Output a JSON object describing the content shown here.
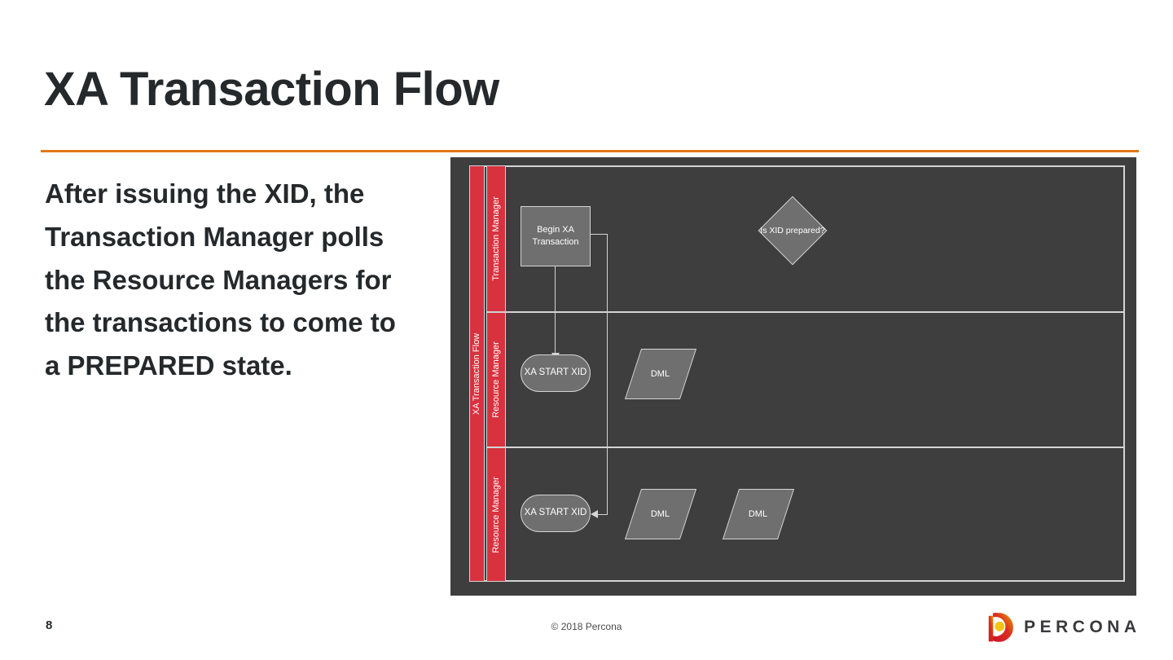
{
  "slide": {
    "title": "XA Transaction Flow",
    "body": "After issuing the XID, the Transaction Manager polls the Resource Managers for the transactions to come to a PREPARED state.",
    "page_number": "8",
    "copyright": "© 2018 Percona",
    "accent_rule_color": "#e0791b",
    "title_color": "#25292b"
  },
  "brand": {
    "wordmark": "PERCONA",
    "logo_red": "#d4142a",
    "logo_orange": "#ef8200",
    "logo_yellow": "#f5c518",
    "wordmark_color": "#3a3a3c"
  },
  "diagram": {
    "pool_label": "XA Transaction Flow",
    "panel_bg": "#3e3e3e",
    "lane_header_color": "#d8323f",
    "shape_fill": "#6f6f6f",
    "stroke_color": "#d4d4d4",
    "lanes": [
      {
        "label": "Transaction Manager",
        "shapes": [
          {
            "kind": "process",
            "text": "Begin XA Transaction"
          },
          {
            "kind": "decision",
            "text": "Is XID prepared?"
          }
        ]
      },
      {
        "label": "Resource Manager",
        "shapes": [
          {
            "kind": "terminator",
            "text": "XA START XID"
          },
          {
            "kind": "data",
            "text": "DML"
          }
        ]
      },
      {
        "label": "Resource Manager",
        "shapes": [
          {
            "kind": "terminator",
            "text": "XA START XID"
          },
          {
            "kind": "data",
            "text": "DML"
          },
          {
            "kind": "data",
            "text": "DML"
          }
        ]
      }
    ],
    "connectors": [
      {
        "from": "Begin XA Transaction",
        "to": "XA START XID (Resource Manager 1)",
        "direction": "down"
      },
      {
        "from": "Begin XA Transaction",
        "to": "XA START XID (Resource Manager 2)",
        "direction": "left"
      }
    ]
  }
}
